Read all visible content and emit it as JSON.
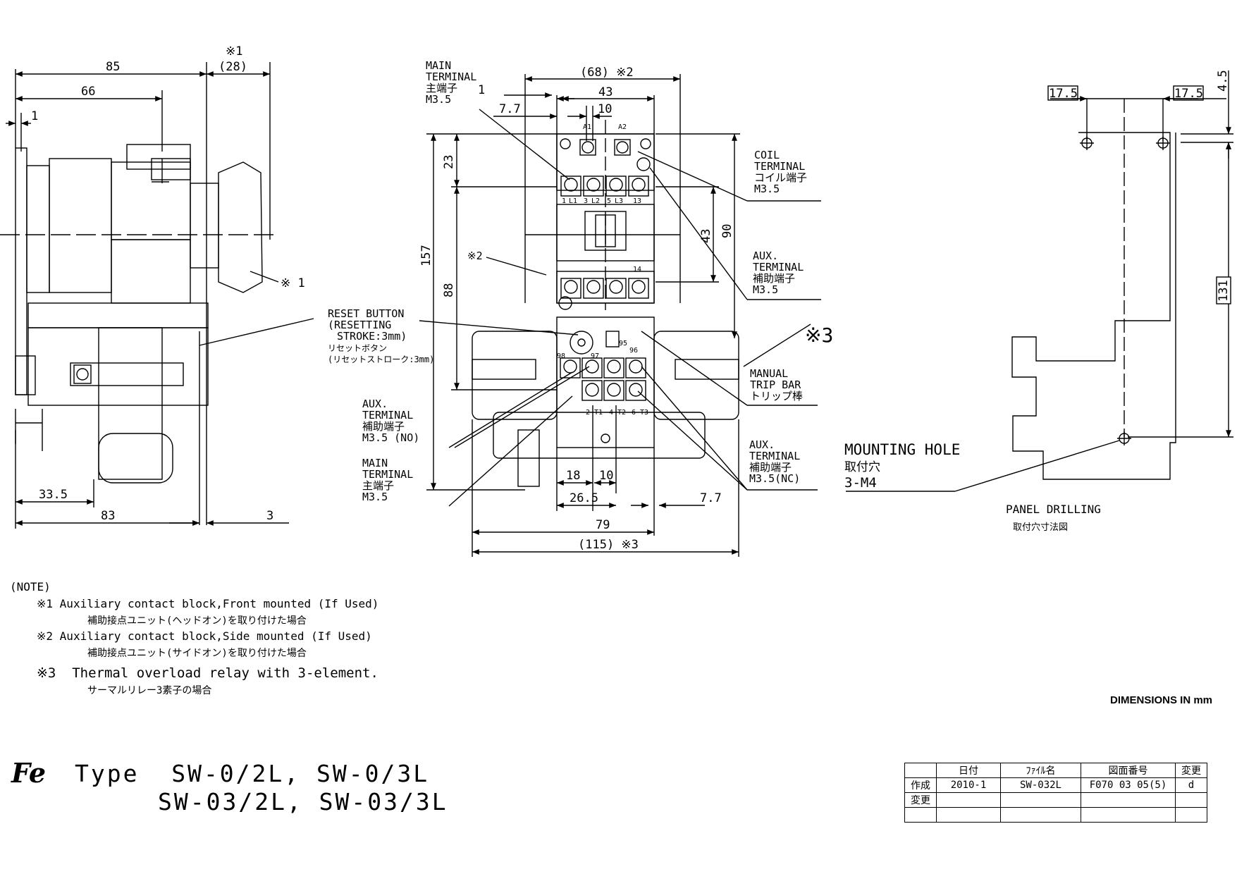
{
  "side_view": {
    "dims": {
      "d85": "85",
      "d66": "66",
      "d1": "1",
      "d28_mark": "※1",
      "d28": "(28)",
      "d33_5": "33.5",
      "d83": "83",
      "d3": "3"
    },
    "callout_1": "※ 1"
  },
  "front_view": {
    "dims": {
      "d68": "(68) ※2",
      "d43_top": "43",
      "d10_top": "10",
      "d7_7_top": "7.7",
      "d1_top": "1",
      "d157": "157",
      "d23": "23",
      "d88": "88",
      "d43_side": "43",
      "d90": "90",
      "d18": "18",
      "d10_bot": "10",
      "d26_5": "26.5",
      "d7_7_bot": "7.7",
      "d79": "79",
      "d115": "(115) ※3"
    },
    "main_terminal_top": [
      "MAIN",
      "TERMINAL",
      "主端子",
      "M3.5"
    ],
    "coil_terminal": [
      "COIL",
      "TERMINAL",
      "コイル端子",
      "M3.5"
    ],
    "aux_terminal_right": [
      "AUX.",
      "TERMINAL",
      "補助端子",
      "M3.5"
    ],
    "mark3": "※3",
    "mark2": "※2",
    "manual_trip": [
      "MANUAL",
      "TRIP BAR",
      "トリップ棒"
    ],
    "reset_button": [
      "RESET BUTTON",
      "(RESETTING",
      "STROKE:3mm)",
      "リセットボタン",
      "(リセットストローク:3mm)"
    ],
    "aux_no": [
      "AUX.",
      "TERMINAL",
      "補助端子",
      "M3.5 (NO)"
    ],
    "main_terminal_bottom": [
      "MAIN",
      "TERMINAL",
      "主端子",
      "M3.5"
    ],
    "aux_nc": [
      "AUX.",
      "TERMINAL",
      "補助端子",
      "M3.5(NC)"
    ],
    "terminal_top_labels": [
      "A1",
      "A2"
    ],
    "terminal_mid_labels": [
      "1",
      "L1",
      "3",
      "L2",
      "5",
      "L3",
      "13"
    ],
    "terminal_14": "14",
    "relay_labels": [
      "98",
      "97",
      "95",
      "96"
    ],
    "relay_bottom_labels": [
      "2",
      "T1",
      "4",
      "T2",
      "6",
      "T3"
    ]
  },
  "panel_drilling": {
    "dims": {
      "d17_5_left": "17.5",
      "d17_5_right": "17.5",
      "d4_5": "4.5",
      "d131": "131"
    },
    "mounting_hole": [
      "MOUNTING HOLE",
      "取付穴",
      "3-M4"
    ],
    "title": "PANEL DRILLING",
    "title_jp": "取付穴寸法図"
  },
  "notes": {
    "header": "(NOTE)",
    "n1": "※1 Auxiliary contact block,Front mounted (If Used)",
    "n1_jp": "補助接点ユニット(ヘッドオン)を取り付けた場合",
    "n2": "※2 Auxiliary contact block,Side mounted (If Used)",
    "n2_jp": "補助接点ユニット(サイドオン)を取り付けた場合",
    "n3": "※3  Thermal overload relay with 3-element.",
    "n3_jp": "サーマルリレー3素子の場合"
  },
  "units": "DIMENSIONS IN mm",
  "logo": "Fe",
  "type_line1": "Type  SW-0/2L, SW-0/3L",
  "type_line2": "SW-03/2L, SW-03/3L",
  "title_block": {
    "headers": [
      "日付",
      "ﾌｧｲﾙ名",
      "図面番号",
      "変更"
    ],
    "row1_label": "作成",
    "row1": [
      "2010-1",
      "SW-032L",
      "F070 03 05(5)",
      "d"
    ],
    "row2_label": "変更"
  }
}
